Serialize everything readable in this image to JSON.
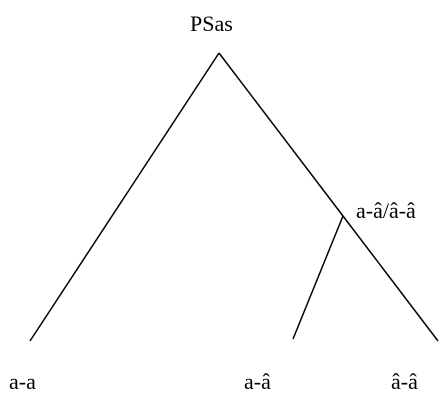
{
  "diagram": {
    "type": "tree",
    "root": {
      "label": "PSas"
    },
    "internal_node": {
      "label": "a-â/â-â"
    },
    "leaves": [
      {
        "label": "a-a"
      },
      {
        "label": "a-â"
      },
      {
        "label": "â-â"
      }
    ],
    "edges": [
      {
        "from": "PSas",
        "to": "a-a"
      },
      {
        "from": "PSas",
        "to": "a-â/â-â"
      },
      {
        "from": "a-â/â-â",
        "to": "a-â"
      },
      {
        "from": "a-â/â-â",
        "to": "â-â"
      }
    ],
    "line_color": "#000000"
  }
}
